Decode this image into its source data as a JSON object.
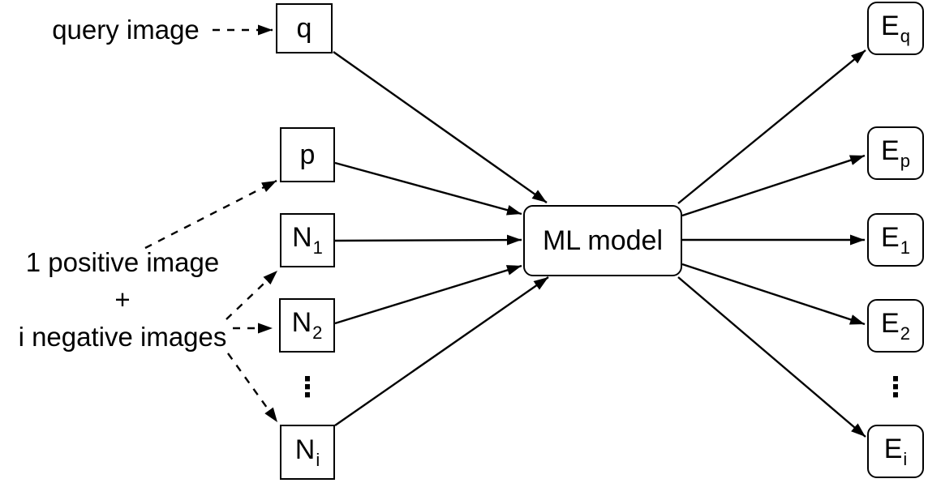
{
  "labels": {
    "query_image": "query image",
    "positive_image": "1 positive image",
    "plus": "+",
    "negative_images": "i negative images",
    "ellipsis_inputs": "⋮",
    "ellipsis_outputs": "⋮"
  },
  "nodes": {
    "q": {
      "label": "q"
    },
    "p": {
      "label": "p"
    },
    "n1": {
      "base": "N",
      "sub": "1"
    },
    "n2": {
      "base": "N",
      "sub": "2"
    },
    "ni": {
      "base": "N",
      "sub": "i"
    },
    "ml": {
      "label": "ML model"
    },
    "eq": {
      "base": "E",
      "sub": "q"
    },
    "ep": {
      "base": "E",
      "sub": "p"
    },
    "e1": {
      "base": "E",
      "sub": "1"
    },
    "e2": {
      "base": "E",
      "sub": "2"
    },
    "ei": {
      "base": "E",
      "sub": "i"
    }
  },
  "colors": {
    "ink": "#000000",
    "background": "#ffffff"
  }
}
